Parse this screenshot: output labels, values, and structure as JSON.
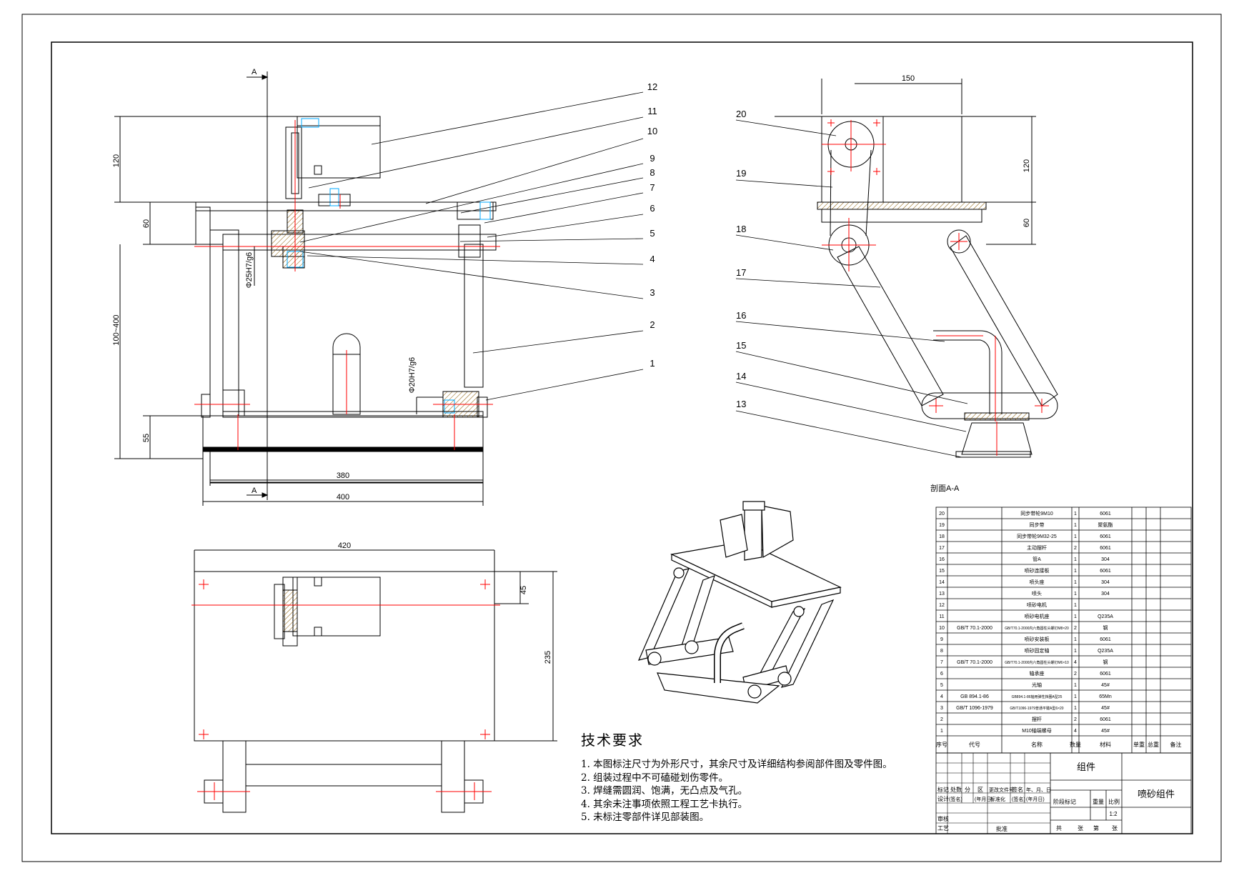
{
  "dimensions": {
    "top_height": "120",
    "plate_height": "60",
    "range_height": "100~400",
    "base_height": "55",
    "inner_width": "380",
    "outer_width": "400",
    "shaft_fit": "Φ25H7/g6",
    "pin_fit": "Φ20H7/g6",
    "plan_width": "420",
    "plan_offset": "45",
    "plan_depth": "235",
    "side_width": "150",
    "side_top_height": "120",
    "side_plate_height": "60"
  },
  "section_marker": "A",
  "section_label": "剖面A-A",
  "balloons_front": [
    "12",
    "11",
    "10",
    "9",
    "8",
    "7",
    "6",
    "5",
    "4",
    "3",
    "2",
    "1"
  ],
  "balloons_side": [
    "20",
    "19",
    "18",
    "17",
    "16",
    "15",
    "14",
    "13"
  ],
  "tech_requirements": {
    "title": "技术要求",
    "items": [
      "1. 本图标注尺寸为外形尺寸，其余尺寸及详细结构参阅部件图及零件图。",
      "2. 组装过程中不可磕碰划伤零件。",
      "3. 焊缝需圆润、饱满，无凸点及气孔。",
      "4. 其余未注事项依照工程工艺卡执行。",
      "5. 未标注零部件详见部装图。"
    ]
  },
  "bom": {
    "headers": [
      "序号",
      "代号",
      "名称",
      "数量",
      "材料",
      "单重",
      "总重",
      "备注"
    ],
    "rows": [
      {
        "no": "20",
        "code": "",
        "name": "同步带轮9M10",
        "qty": "1",
        "mat": "6061"
      },
      {
        "no": "19",
        "code": "",
        "name": "同步带",
        "qty": "1",
        "mat": "聚氨酯"
      },
      {
        "no": "18",
        "code": "",
        "name": "同步带轮9M32-25",
        "qty": "1",
        "mat": "6061"
      },
      {
        "no": "17",
        "code": "",
        "name": "主动摆杆",
        "qty": "2",
        "mat": "6061"
      },
      {
        "no": "16",
        "code": "",
        "name": "管A",
        "qty": "1",
        "mat": "304"
      },
      {
        "no": "15",
        "code": "",
        "name": "喷砂连接板",
        "qty": "1",
        "mat": "6061"
      },
      {
        "no": "14",
        "code": "",
        "name": "喷头座",
        "qty": "1",
        "mat": "304"
      },
      {
        "no": "13",
        "code": "",
        "name": "喷头",
        "qty": "1",
        "mat": "304"
      },
      {
        "no": "12",
        "code": "",
        "name": "喷砂电机",
        "qty": "1",
        "mat": ""
      },
      {
        "no": "11",
        "code": "",
        "name": "喷砂电机座",
        "qty": "1",
        "mat": "Q235A"
      },
      {
        "no": "10",
        "code": "GB/T 70.1-2000",
        "name": "GB/T70.1-2000内六角圆柱头螺钉M8×20",
        "qty": "2",
        "mat": "钢"
      },
      {
        "no": "9",
        "code": "",
        "name": "喷砂安装板",
        "qty": "1",
        "mat": "6061"
      },
      {
        "no": "8",
        "code": "",
        "name": "喷砂固定轴",
        "qty": "1",
        "mat": "Q235A"
      },
      {
        "no": "7",
        "code": "GB/T 70.1-2000",
        "name": "GB/T70.1-2000内六角圆柱头螺钉M6×10",
        "qty": "4",
        "mat": "钢"
      },
      {
        "no": "6",
        "code": "",
        "name": "轴承座",
        "qty": "2",
        "mat": "6061"
      },
      {
        "no": "5",
        "code": "",
        "name": "光轴",
        "qty": "1",
        "mat": "45#"
      },
      {
        "no": "4",
        "code": "GB 894.1-86",
        "name": "GB894.1-86轴用弹性挡圈A型25",
        "qty": "1",
        "mat": "65Mn"
      },
      {
        "no": "3",
        "code": "GB/T 1096-1979",
        "name": "GB/T1096-1979普通平键A型6×20",
        "qty": "1",
        "mat": "45#"
      },
      {
        "no": "2",
        "code": "",
        "name": "摆杆",
        "qty": "2",
        "mat": "6061"
      },
      {
        "no": "1",
        "code": "",
        "name": "M10轴端螺母",
        "qty": "4",
        "mat": "45#"
      }
    ]
  },
  "title_block": {
    "group_label": "组件",
    "drawing_name": "喷砂组件",
    "scale": "1:2",
    "row1": [
      "标记",
      "处数",
      "分",
      "区",
      "更改文件号",
      "签名",
      "年、月、日"
    ],
    "row2": [
      "设计",
      "(签名)",
      "(年月日)",
      "标准化",
      "(签名)",
      "(年月日)"
    ],
    "stage": [
      "阶段标记",
      "重量",
      "比例"
    ],
    "review": "审核",
    "process": "工艺",
    "approve": "批准",
    "sheets": [
      "共",
      "张",
      "第",
      "张"
    ]
  },
  "colors": {
    "line": "#000000",
    "center": "#ff0000",
    "accent": "#00aaff",
    "hatch": "#8a5a00"
  }
}
